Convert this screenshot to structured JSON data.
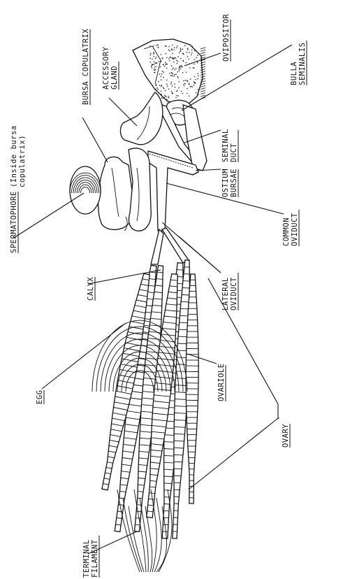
{
  "labels": {
    "ovipositor": "OVIPOSITOR",
    "bulla_seminalis": [
      "BULLA",
      "SEMINALIS"
    ],
    "bursa_copulatrix": "BURSA COPULATRIX",
    "accessory_gland": [
      "ACCESSORY",
      "GLAND"
    ],
    "seminal_duct": [
      "SEMINAL",
      "DUCT"
    ],
    "ostium_bursae": [
      "OSTIUM",
      "BURSAE"
    ],
    "spermatophore": [
      "SPERMATOPHORE",
      "(Inside bursa",
      "copulatrix)"
    ],
    "common_oviduct": [
      "COMMON",
      "OVIDUCT"
    ],
    "calyx": "CALYX",
    "lateral_oviduct": [
      "LATERAL",
      "OVIDUCT"
    ],
    "egg": "EGG",
    "ovariole": "OVARIOLE",
    "ovary": "OVARY",
    "terminal_filament": [
      "TERMINAL",
      "FILAMENT"
    ]
  }
}
